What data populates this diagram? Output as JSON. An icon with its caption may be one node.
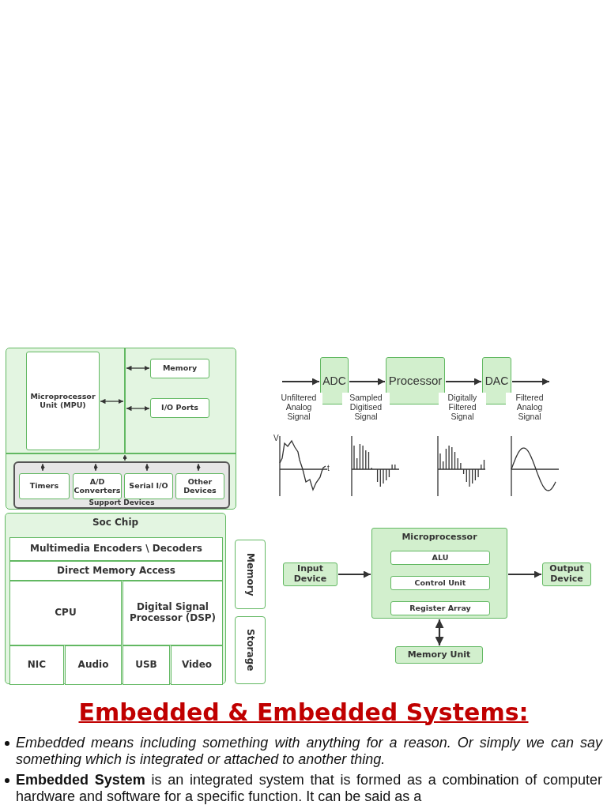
{
  "diagram": {
    "title": "Embedded & Embedded Systems:",
    "nodes": [
      {
        "text": [
          "Microprocessor Unit (MPU)"
        ]
      },
      {
        "text": [
          "Memory"
        ]
      },
      {
        "text": [
          "I/O Ports"
        ]
      },
      {
        "text": [
          "Support Devices"
        ]
      },
      {
        "text": [
          "Timers"
        ],
        "in": 3
      },
      {
        "text": [
          "A/D Converters"
        ],
        "in": 3
      },
      {
        "text": [
          "Serial I/O"
        ],
        "in": 3
      },
      {
        "text": [
          "Other Devices"
        ],
        "in": 3
      },
      {
        "text": [
          "ADC"
        ]
      },
      {
        "text": [
          "Processor"
        ]
      },
      {
        "text": [
          "DAC"
        ]
      },
      {
        "text": [
          "Soc Chip"
        ]
      },
      {
        "text": [
          "Multimedia Encoders \\ Decoders"
        ],
        "in": 11
      },
      {
        "text": [
          "Direct Memory Access"
        ],
        "in": 11
      },
      {
        "text": [
          "CPU"
        ],
        "in": 11
      },
      {
        "text": [
          "Digital Signal Processor (DSP)"
        ],
        "in": 11
      },
      {
        "text": [
          "NIC"
        ],
        "in": 11
      },
      {
        "text": [
          "Audio"
        ],
        "in": 11
      },
      {
        "text": [
          "USB"
        ],
        "in": 11
      },
      {
        "text": [
          "Video"
        ],
        "in": 11
      },
      {
        "text": [
          "Memory"
        ]
      },
      {
        "text": [
          "Storage"
        ]
      },
      {
        "text": [
          "Input Device"
        ]
      },
      {
        "text": [
          "Microprocessor"
        ]
      },
      {
        "text": [
          "ALU"
        ],
        "in": 23
      },
      {
        "text": [
          "Control Unit"
        ],
        "in": 23
      },
      {
        "text": [
          "Register Array"
        ],
        "in": 23
      },
      {
        "text": [
          "Output Device"
        ]
      },
      {
        "text": [
          "Memory Unit"
        ]
      }
    ],
    "edges": [
      {
        "from": 0,
        "to": null,
        "arrow": "both"
      },
      {
        "from": null,
        "to": 1,
        "arrow": "both"
      },
      {
        "from": null,
        "to": 2,
        "arrow": "both"
      },
      {
        "from": null,
        "to": 3,
        "arrow": "both"
      },
      {
        "from": null,
        "to": 4,
        "arrow": "both"
      },
      {
        "from": null,
        "to": 5,
        "arrow": "both"
      },
      {
        "from": null,
        "to": 6,
        "arrow": "both"
      },
      {
        "from": null,
        "to": 7,
        "arrow": "both"
      },
      {
        "from": null,
        "to": 8,
        "arrow": "to",
        "label": "Unfiltered Analog Signal"
      },
      {
        "from": 8,
        "to": 9,
        "arrow": "to",
        "label": "Sampled Digitised Signal"
      },
      {
        "from": 9,
        "to": 10,
        "arrow": "to",
        "label": "Digitally Filtered Signal"
      },
      {
        "from": 10,
        "to": null,
        "arrow": "to",
        "label": "Filtered Analog Signal"
      },
      {
        "from": 22,
        "to": 23,
        "arrow": "to"
      },
      {
        "from": 23,
        "to": 27,
        "arrow": "to"
      },
      {
        "from": 23,
        "to": 28,
        "arrow": "both"
      }
    ],
    "labels": [
      "V",
      "t",
      "Embedded means including something with anything for a reason. Or simply we can say something which is integrated or attached to another thing.",
      "**Embedded System** is an integrated system that is formed as a combination of computer hardware and software for a specific function. It can be said as a"
    ]
  }
}
